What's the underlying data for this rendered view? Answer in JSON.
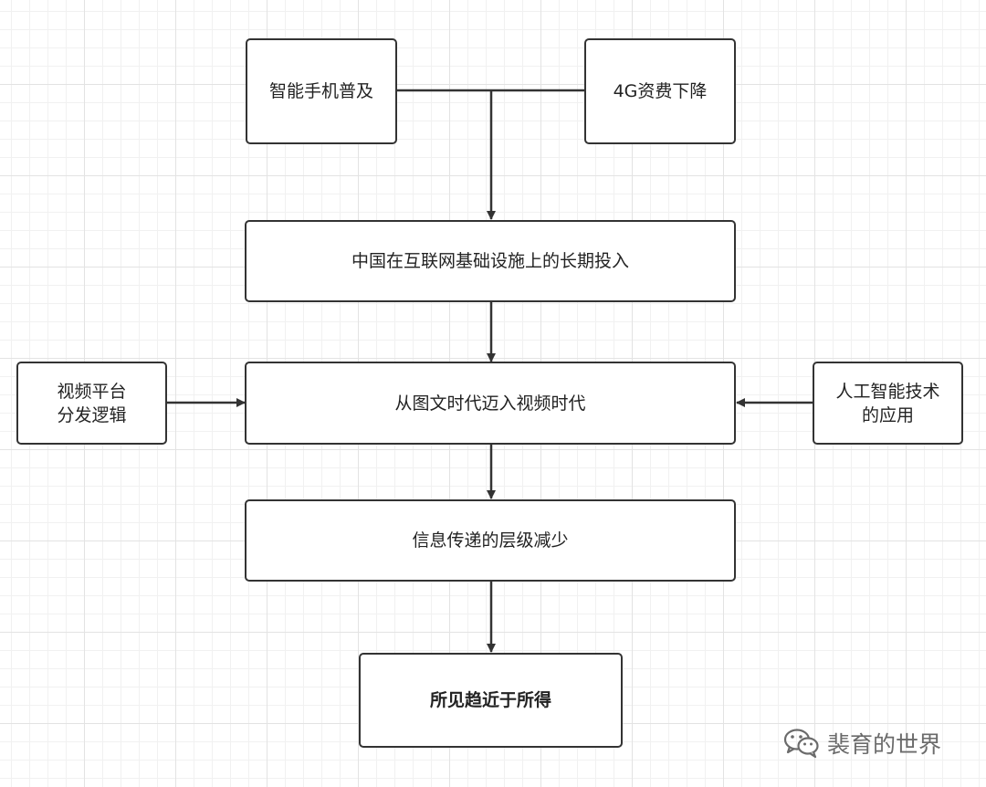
{
  "diagram": {
    "nodes": {
      "smartphone": "智能手机普及",
      "fee_4g": "4G资费下降",
      "infrastructure": "中国在互联网基础设施上的长期投入",
      "video_platform": "视频平台\n分发逻辑",
      "video_era": "从图文时代迈入视频时代",
      "ai_tech": "人工智能技术\n的应用",
      "info_layers": "信息传递的层级减少",
      "wysiwyg": "所见趋近于所得"
    },
    "edges": [
      {
        "from": "smartphone",
        "to": "infrastructure"
      },
      {
        "from": "fee_4g",
        "to": "infrastructure"
      },
      {
        "from": "infrastructure",
        "to": "video_era"
      },
      {
        "from": "video_platform",
        "to": "video_era"
      },
      {
        "from": "ai_tech",
        "to": "video_era"
      },
      {
        "from": "video_era",
        "to": "info_layers"
      },
      {
        "from": "info_layers",
        "to": "wysiwyg"
      }
    ]
  },
  "watermark": {
    "icon": "wechat-icon",
    "text": "裴育的世界"
  },
  "colors": {
    "stroke": "#333333",
    "node_fill": "#ffffff",
    "watermark": "#6b6b6b"
  }
}
